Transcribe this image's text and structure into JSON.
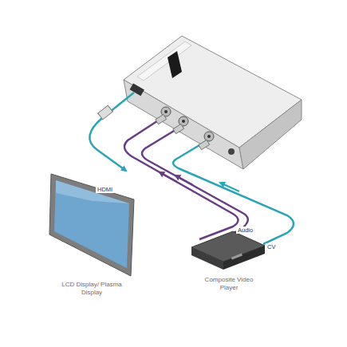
{
  "diagram": {
    "nodes": [
      {
        "text": [
          "LCD Display/ Plasma Display"
        ]
      },
      {
        "text": [
          "Composite Video Player"
        ]
      }
    ],
    "labels": [
      "HDMI",
      "Audio",
      "CV"
    ]
  }
}
